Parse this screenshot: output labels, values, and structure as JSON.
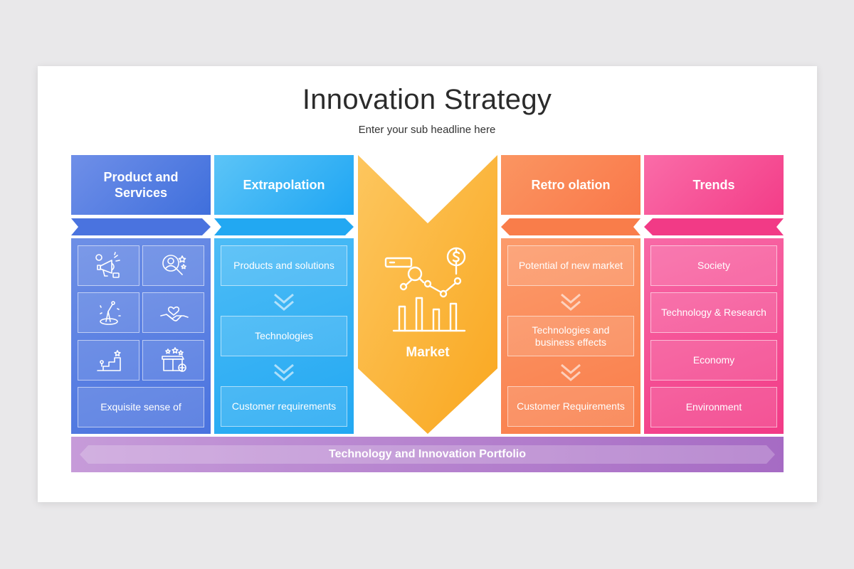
{
  "title": "Innovation Strategy",
  "subtitle": "Enter your sub headline here",
  "columns": {
    "product": {
      "header": "Product and Services",
      "icons": [
        "megaphone-icon",
        "search-person-icon",
        "trophy-icon",
        "handshake-heart-icon",
        "stairs-growth-icon",
        "gift-box-stars-icon"
      ],
      "bottom_item": "Exquisite sense of"
    },
    "extrapolation": {
      "header": "Extrapolation",
      "items": [
        "Products and solutions",
        "Technologies",
        "Customer requirements"
      ]
    },
    "market": {
      "label": "Market",
      "icon": "market-chart-icon"
    },
    "retro": {
      "header": "Retro olation",
      "items": [
        "Potential of new market",
        "Technologies and business effects",
        "Customer Requirements"
      ]
    },
    "trends": {
      "header": "Trends",
      "items": [
        "Society",
        "Technology & Research",
        "Economy",
        "Environment"
      ]
    }
  },
  "portfolio": "Technology and Innovation Portfolio",
  "colors": {
    "blue": "#4a73df",
    "sky": "#22a8f2",
    "amber": "#fbb02b",
    "orange": "#f97d4a",
    "pink": "#f23a86",
    "purple": "#a66bc4"
  }
}
